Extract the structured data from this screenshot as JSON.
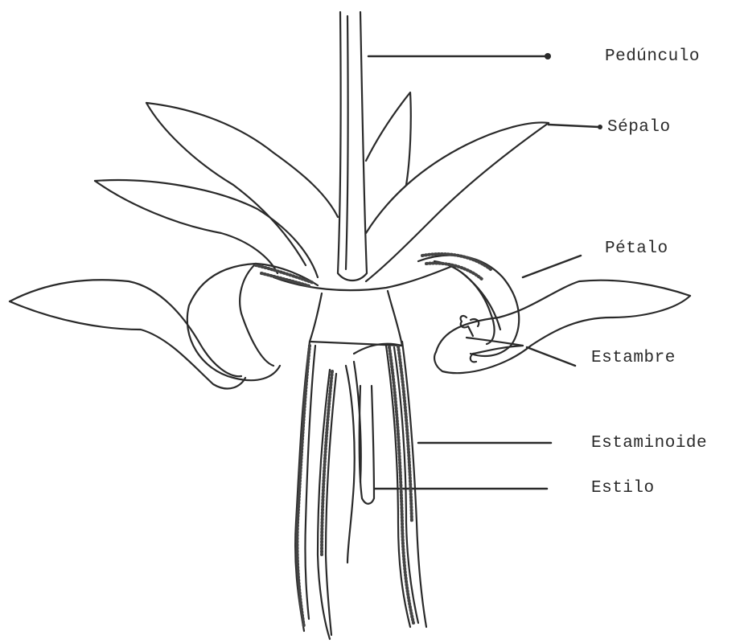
{
  "labels": {
    "pedunculo": "Pedúnculo",
    "sepalo": "Sépalo",
    "petalo": "Pétalo",
    "estambre": "Estambre",
    "estaminoide": "Estaminoide",
    "estilo": "Estilo"
  }
}
